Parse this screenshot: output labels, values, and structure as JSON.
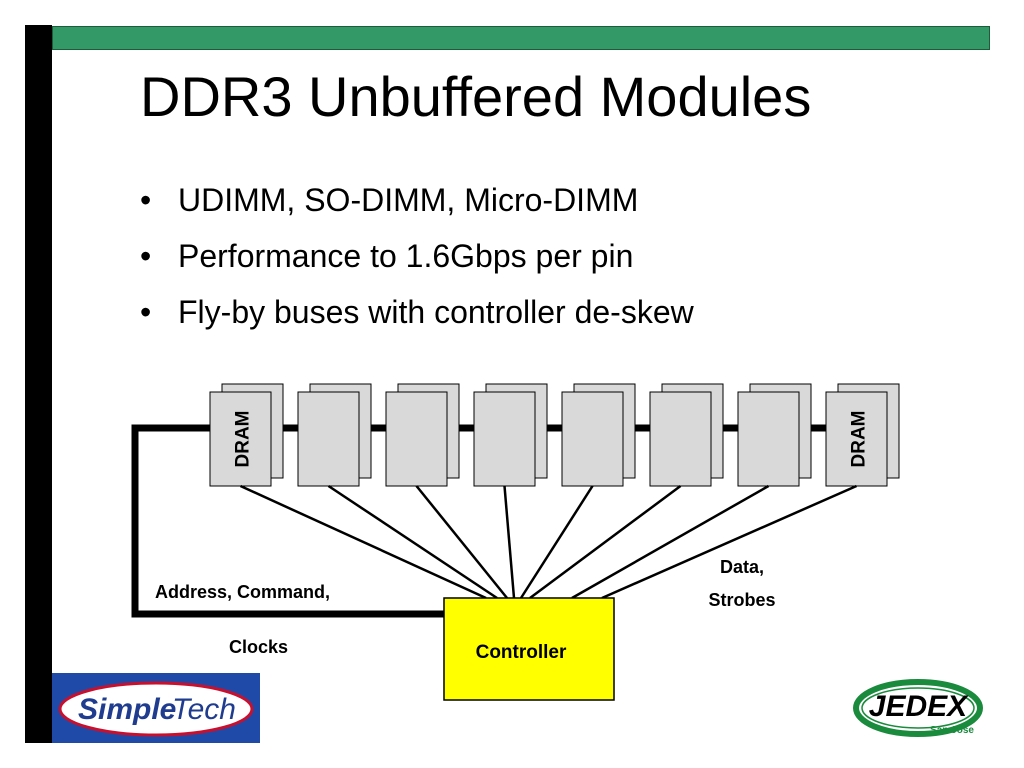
{
  "slide": {
    "title": "DDR3 Unbuffered Modules",
    "bullets": [
      "UDIMM, SO-DIMM, Micro-DIMM",
      "Performance to 1.6Gbps per pin",
      "Fly-by buses with controller de-skew"
    ]
  },
  "diagram": {
    "chips": [
      "DRAM",
      "",
      "",
      "",
      "",
      "",
      "",
      "DRAM"
    ],
    "controller_label": "Controller",
    "address_label_line1": "Address, Command,",
    "address_label_line2": "Clocks",
    "data_label_line1": "Data,",
    "data_label_line2": "Strobes",
    "colors": {
      "chip_fill": "#d9d9d9",
      "controller_fill": "#ffff00",
      "accent_bar": "#339966"
    }
  },
  "logos": {
    "left": {
      "text_part1": "Simple",
      "text_part2": "Tech"
    },
    "right": {
      "text": "JEDEX",
      "subtext": "San Jose"
    }
  }
}
